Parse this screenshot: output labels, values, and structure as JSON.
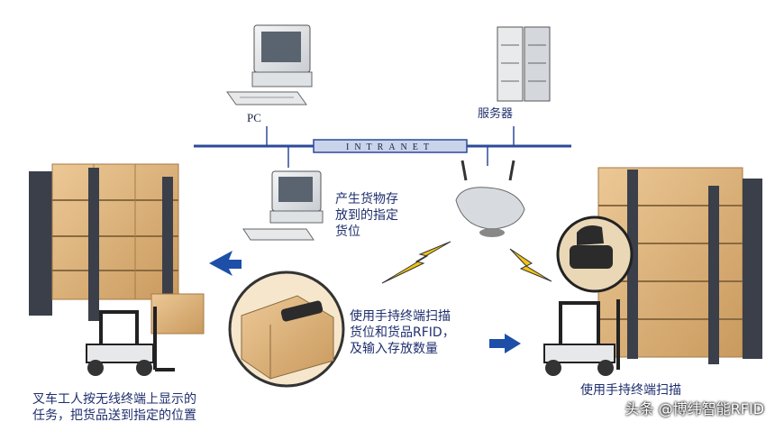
{
  "network": {
    "label": "INTRANET"
  },
  "nodes": {
    "pc_label": "PC",
    "server_label": "服务器"
  },
  "annotations": {
    "store_location": "产生货物存\n放到的指定\n货位",
    "scan_instruction": "使用手持终端扫描\n货位和货品RFID，\n及输入存放数量",
    "forklift_instruction": "叉车工人按无线终端上显示的\n任务，把货品送到指定的位置",
    "right_caption": "使用手持终端扫描"
  },
  "watermark": "头条 @博纬智能RFID",
  "colors": {
    "network_line": "#2c4a9a",
    "label_text": "#1f2f6e",
    "arrow": "#1d4fa8",
    "lightning_yellow": "#f2c413",
    "box": "#d9b07a",
    "rack": "#3a3f4a"
  }
}
